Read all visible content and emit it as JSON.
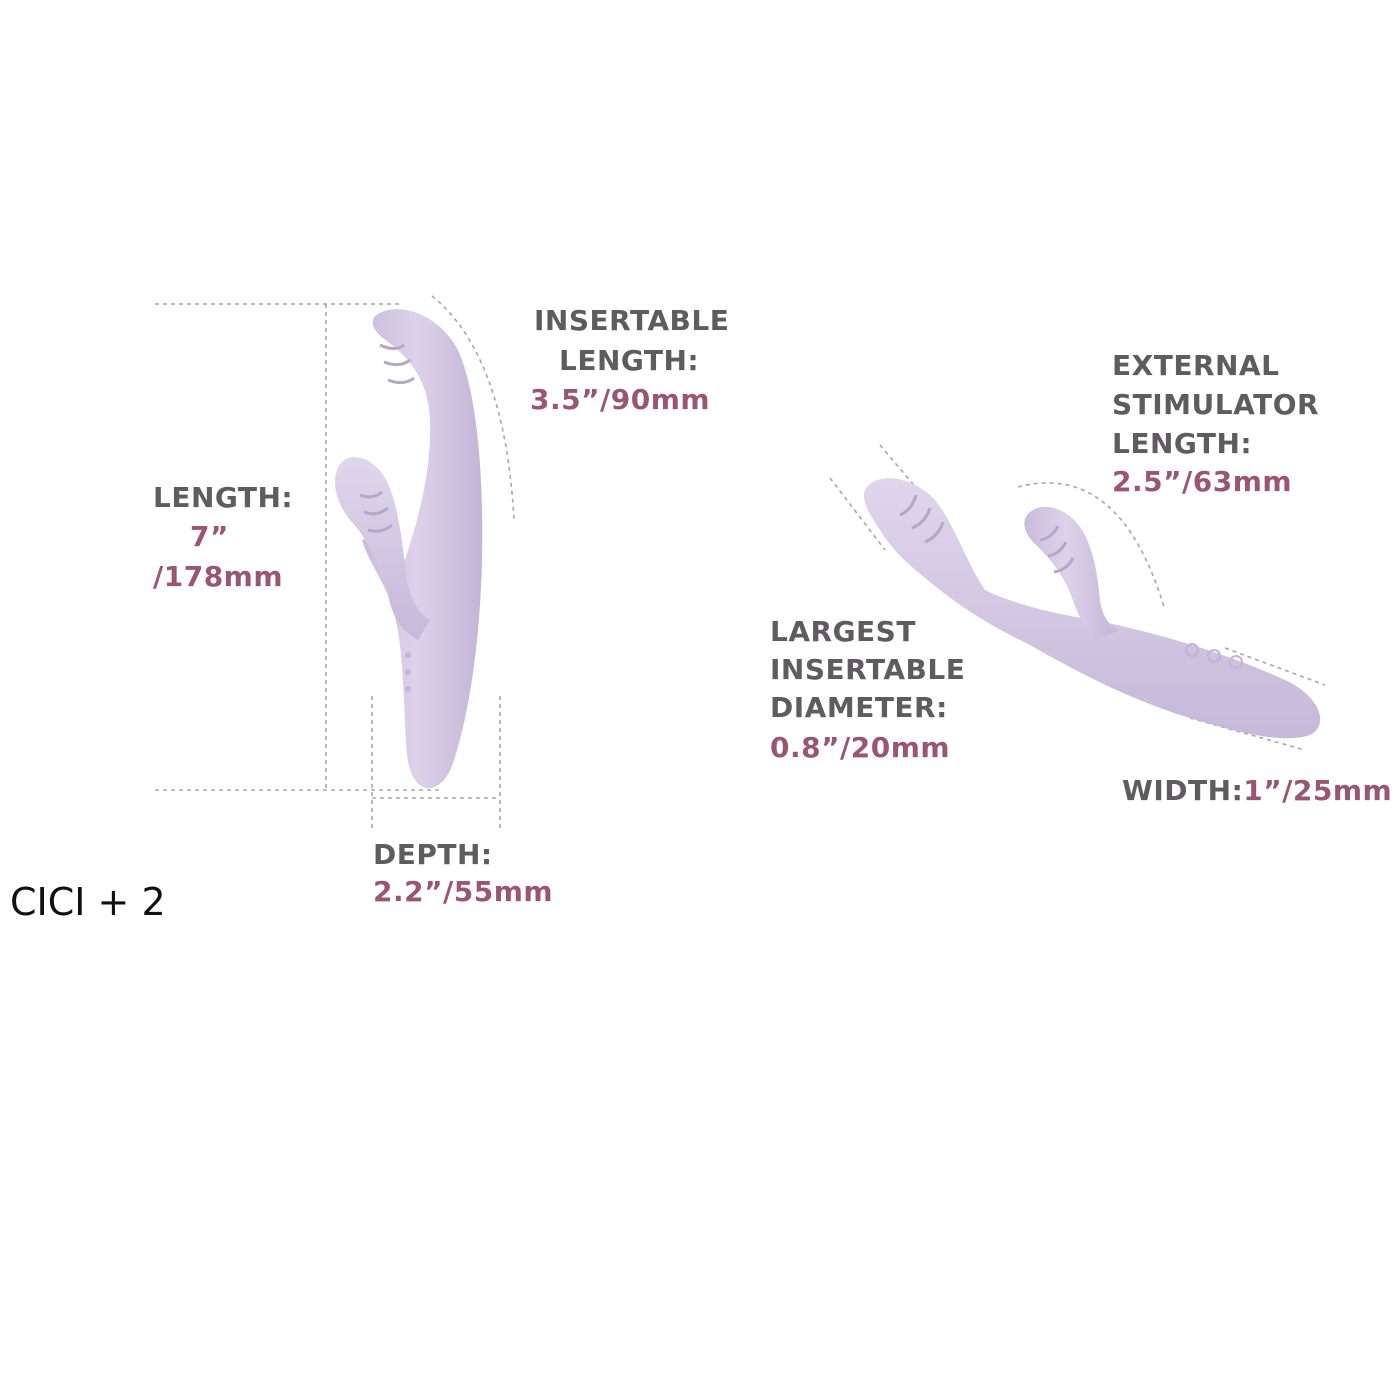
{
  "product_name": "CICI + 2",
  "colors": {
    "label": "#5f5b5e",
    "value": "#9b5574",
    "product": "#d6c9e3"
  },
  "dimensions": {
    "insertable_length": {
      "label_line1": "INSERTABLE",
      "label_line2": "LENGTH:",
      "value": "3.5”/90mm"
    },
    "length": {
      "label": "LENGTH:",
      "value_line1": "7”",
      "value_line2": "/178mm"
    },
    "depth": {
      "label": "DEPTH:",
      "value": "2.2”/55mm"
    },
    "external_stimulator_length": {
      "label_line1": "EXTERNAL",
      "label_line2": "STIMULATOR",
      "label_line3": "LENGTH:",
      "value": "2.5”/63mm"
    },
    "largest_insertable_diameter": {
      "label_line1": "LARGEST",
      "label_line2": "INSERTABLE",
      "label_line3": "DIAMETER:",
      "value": "0.8”/20mm"
    },
    "width": {
      "label": "WIDTH:",
      "value": "1”/25mm"
    }
  }
}
